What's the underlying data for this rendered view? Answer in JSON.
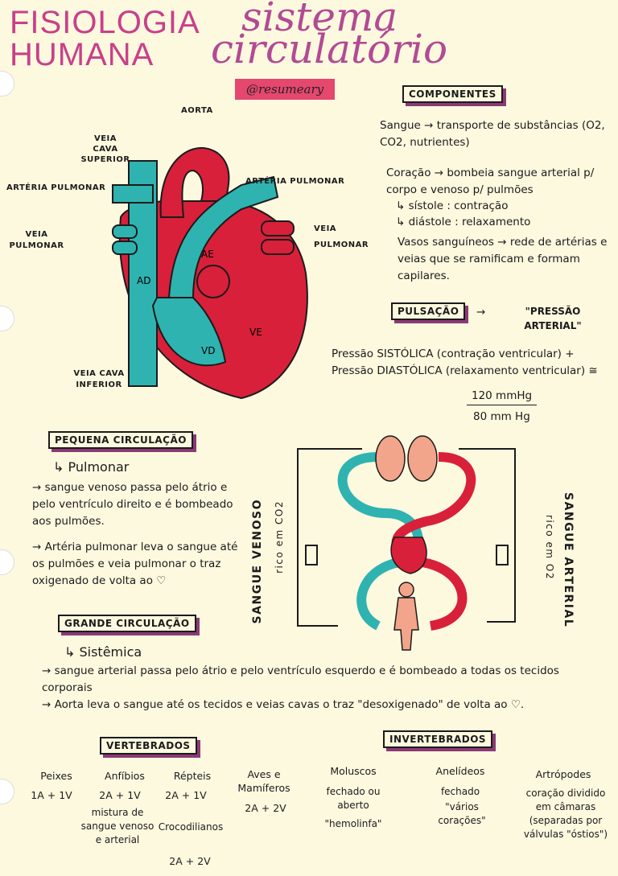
{
  "title": {
    "line1": "FISIOLOGIA",
    "line2": "HUMANA",
    "script1": "sistema",
    "script2": "circulatório"
  },
  "tag": "@resumeary",
  "heart": {
    "labels": {
      "aorta": "AORTA",
      "vcs": "VEIA CAVA SUPERIOR",
      "ap_left": "ARTÉRIA PULMONAR",
      "ap_right": "ARTÉRIA PULMONAR",
      "vp_left": "VEIA PULMONAR",
      "vp_right": "VEIA PULMONAR",
      "vci": "VEIA CAVA INFERIOR",
      "ad": "AD",
      "ae": "AE",
      "vd": "VD",
      "ve": "VE"
    }
  },
  "componentes": {
    "header": "COMPONENTES",
    "sangue": "Sangue → transporte de substâncias (O2, CO2, nutrientes)",
    "coracao": "Coração → bombeia sangue arterial p/ corpo e venoso p/ pulmões",
    "sistole": "↳ sístole : contração",
    "diastole": "↳ diástole : relaxamento",
    "vasos": "Vasos sanguíneos → rede de artérias e veias que se ramificam e formam capilares."
  },
  "pulsacao": {
    "header": "PULSAÇÃO",
    "arrow": "→",
    "quote": "\"PRESSÃO ARTERIAL\"",
    "text": "Pressão SISTÓLICA (contração ventricular) + Pressão DIASTÓLICA (relaxamento ventricular) ≅",
    "num": "120 mmHg",
    "den": "80 mm Hg"
  },
  "pequena": {
    "header": "PEQUENA CIRCULAÇÃO",
    "sub": "↳ Pulmonar",
    "p1": "→ sangue venoso passa pelo átrio e pelo ventrículo direito e é bombeado aos pulmões.",
    "p2": "→ Artéria pulmonar leva o sangue até os pulmões e veia pulmonar o traz oxigenado de volta ao ♡"
  },
  "diagram": {
    "left_big": "SANGUE VENOSO",
    "left_small": "rico em CO2",
    "right_big": "SANGUE ARTERIAL",
    "right_small": "rico em O2"
  },
  "grande": {
    "header": "GRANDE CIRCULAÇÃO",
    "sub": "↳ Sistêmica",
    "p1": "→ sangue arterial passa pelo átrio e pelo ventrículo esquerdo e é bombeado a todas os tecidos corporais",
    "p2": "→ Aorta leva o sangue até os tecidos e veias cavas o traz \"desoxigenado\" de volta ao ♡."
  },
  "vertebrados": {
    "header": "VERTEBRADOS",
    "peixes": {
      "name": "Peixes",
      "value": "1A + 1V"
    },
    "anfibios": {
      "name": "Anfíbios",
      "value": "2A + 1V"
    },
    "repteis": {
      "name": "Répteis",
      "value": "2A + 1V"
    },
    "mistura": "mistura de sangue venoso e arterial",
    "crocodilianos": {
      "name": "Crocodilianos",
      "value": "2A + 2V"
    },
    "aves": {
      "name": "Aves e Mamíferos",
      "value": "2A + 2V"
    }
  },
  "invertebrados": {
    "header": "INVERTEBRADOS",
    "moluscos": {
      "name": "Moluscos",
      "text1": "fechado ou aberto",
      "text2": "\"hemolinfa\""
    },
    "anelideos": {
      "name": "Anelídeos",
      "text1": "fechado",
      "text2": "\"vários corações\""
    },
    "artropodes": {
      "name": "Artrópodes",
      "text1": "coração dividido em câmaras (separadas por válvulas \"óstios\")"
    }
  },
  "colors": {
    "red": "#d8203a",
    "teal": "#2fb3b0",
    "pink": "#e5476e",
    "purple": "#8a3a75",
    "paper": "#fdf9df"
  }
}
